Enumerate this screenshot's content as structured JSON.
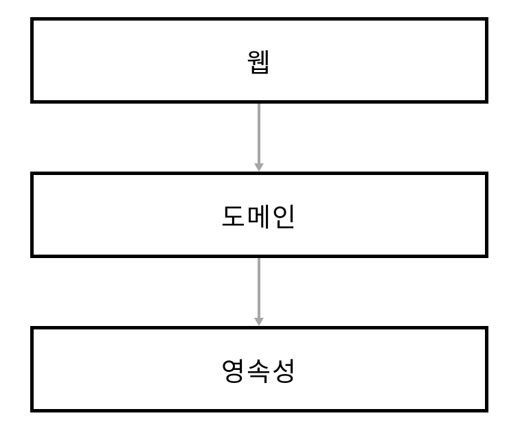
{
  "layers": {
    "web": {
      "label": "웹"
    },
    "domain": {
      "label": "도메인"
    },
    "persistence": {
      "label": "영속성"
    }
  },
  "colors": {
    "box_border": "#000000",
    "arrow": "#a6a6a6",
    "background": "#ffffff"
  }
}
